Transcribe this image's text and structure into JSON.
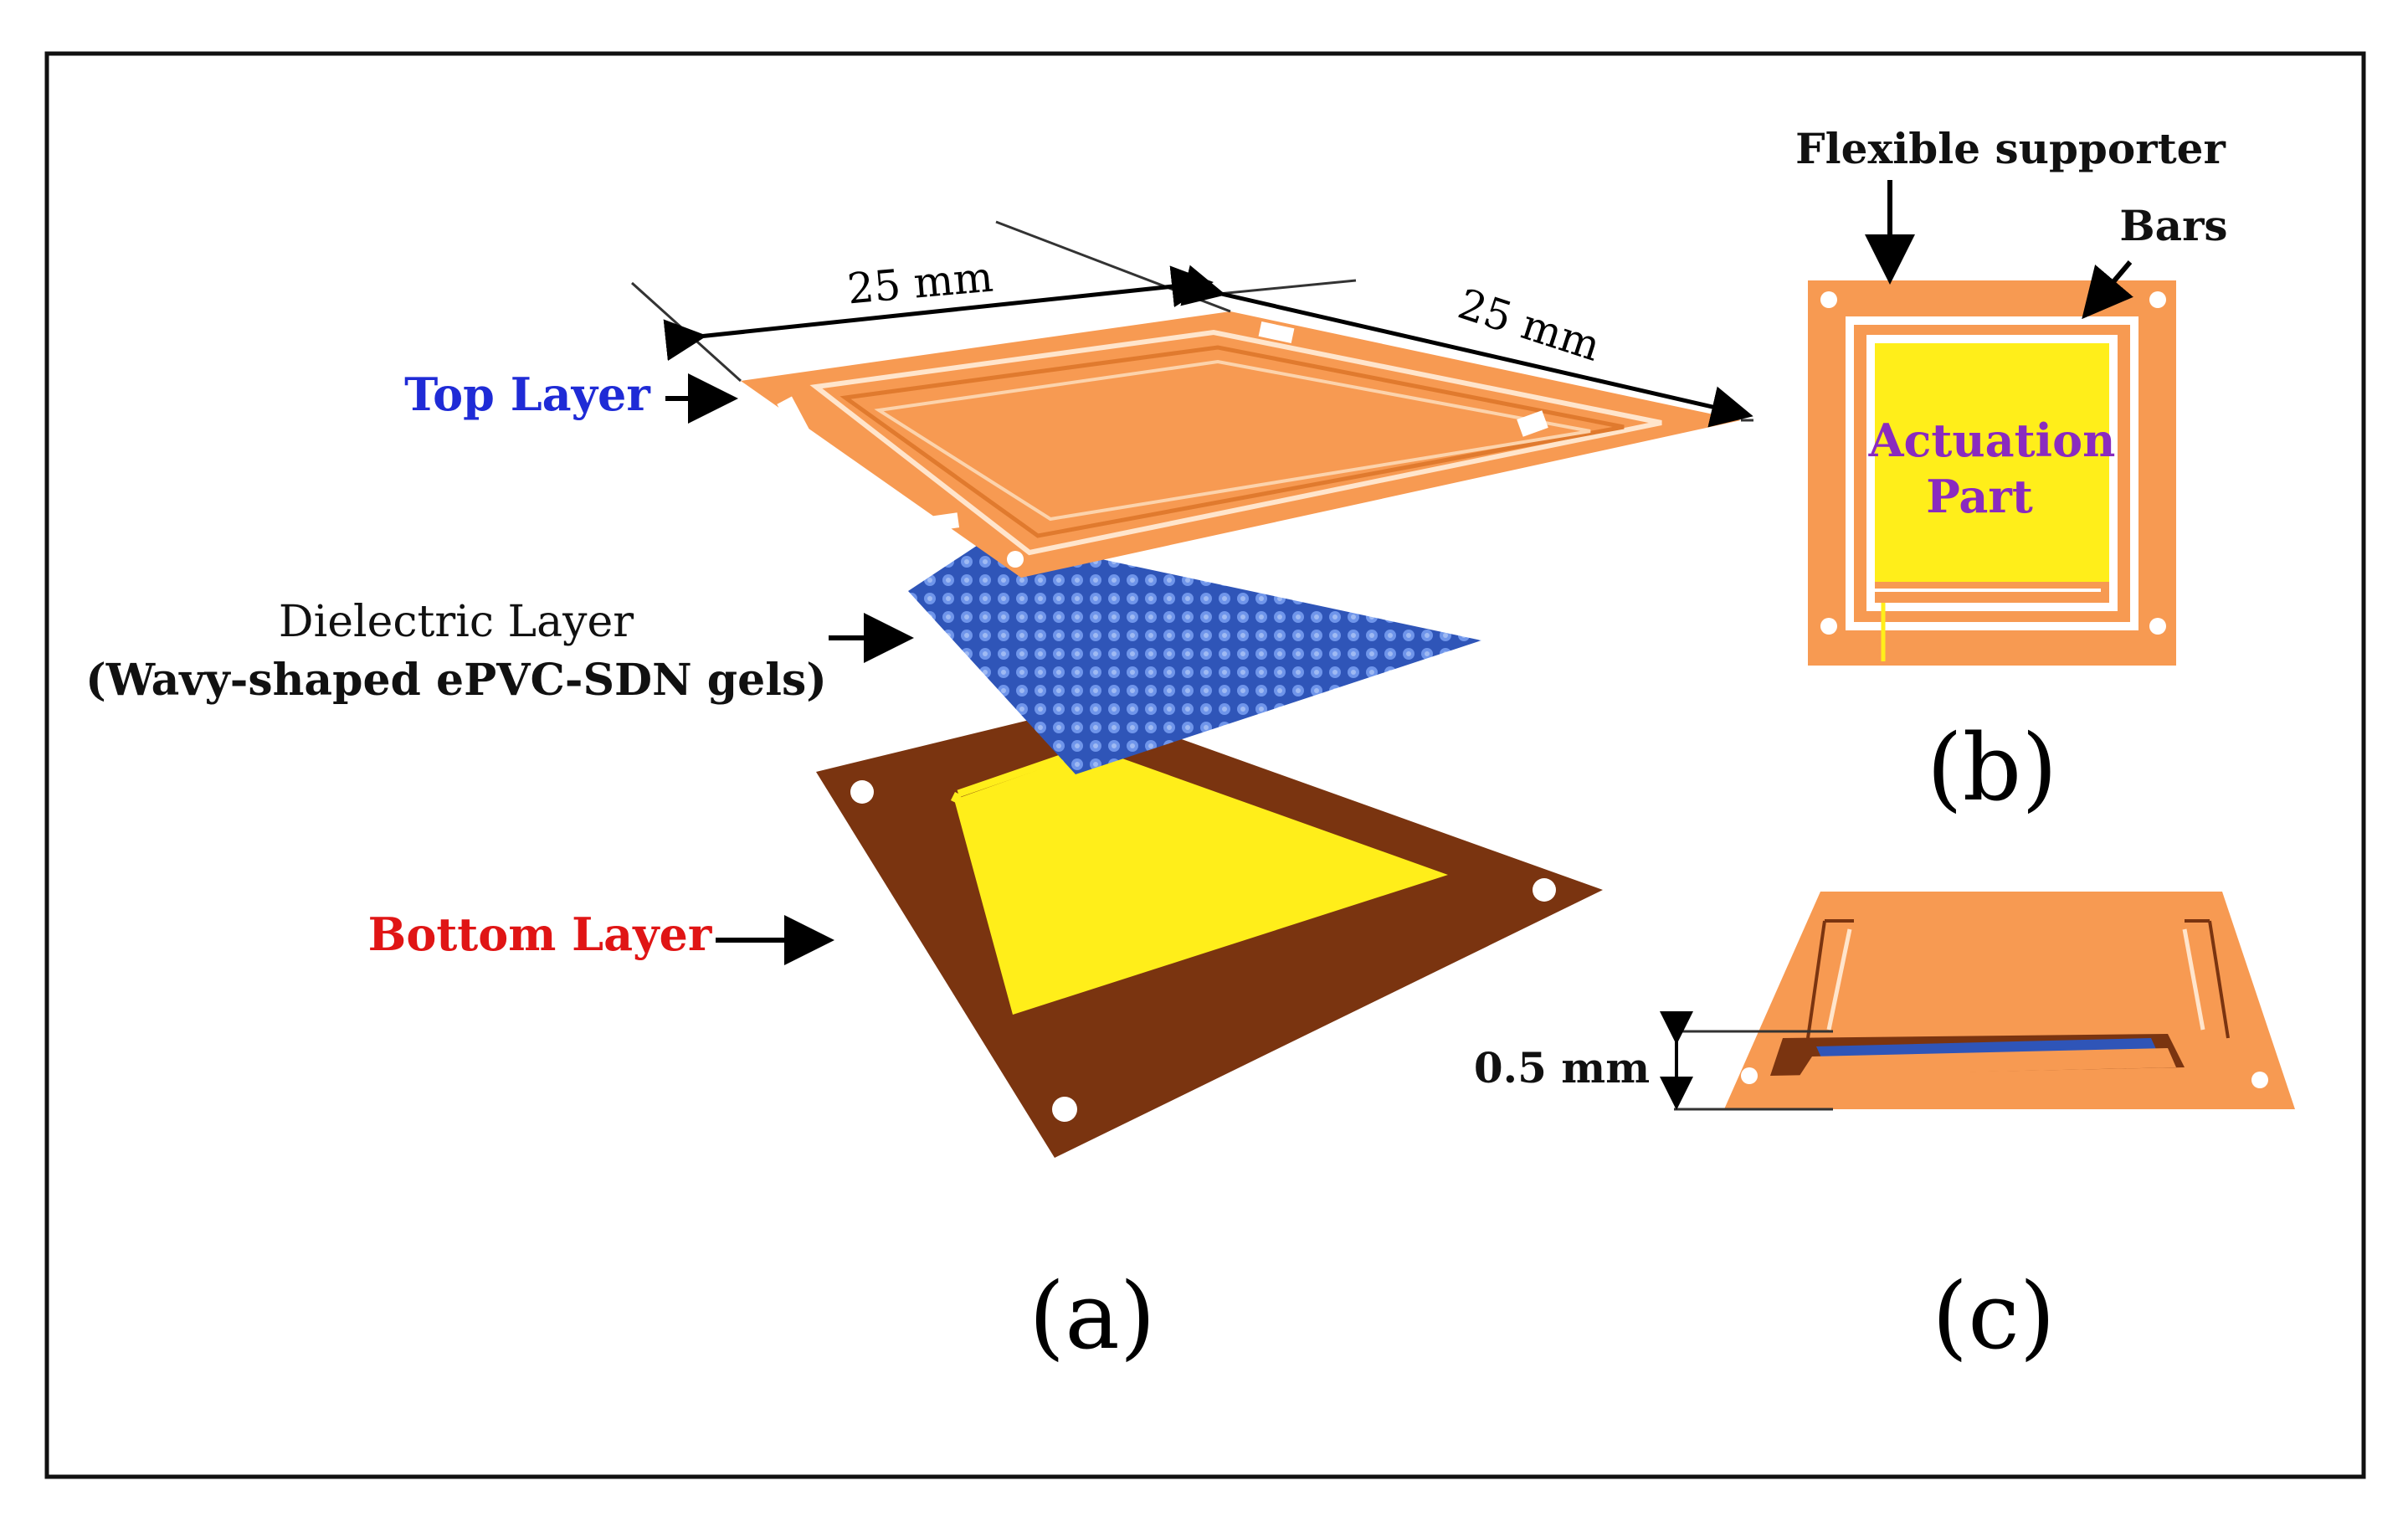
{
  "panels": {
    "a": {
      "label": "(a)",
      "layers": {
        "top": {
          "label": "Top Layer",
          "color": "#1f2bd6"
        },
        "dielectric": {
          "label_line1": "Dielectric Layer",
          "label_line2": "(Wavy-shaped ePVC-SDN gels)",
          "color": "#111111"
        },
        "bottom": {
          "label": "Bottom Layer",
          "color": "#e01515"
        }
      },
      "dimensions": {
        "width": "25 mm",
        "depth": "25 mm"
      }
    },
    "b": {
      "label": "(b)",
      "callouts": {
        "supporter": "Flexible supporter",
        "bars": "Bars"
      },
      "center_line1": "Actuation",
      "center_line2": "Part",
      "center_color": "#8a2bbf"
    },
    "c": {
      "label": "(c)",
      "gap": "0.5 mm"
    }
  },
  "colors": {
    "orange": "#f79a52",
    "orange_dark": "#e07a2e",
    "brown": "#7a3410",
    "yellow": "#ffee1a",
    "blue_mesh": "#3c64c8"
  }
}
